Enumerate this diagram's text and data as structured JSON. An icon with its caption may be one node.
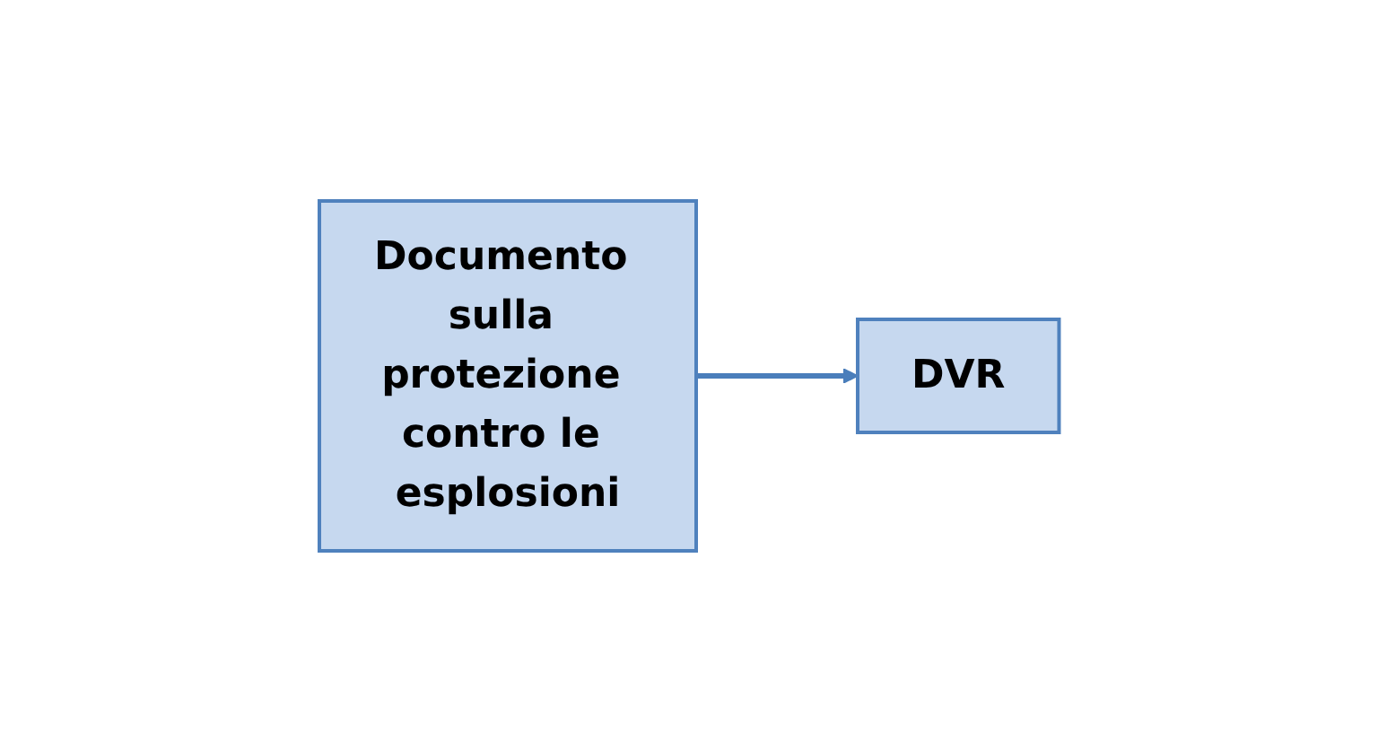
{
  "diagram": {
    "nodes": [
      {
        "text": [
          "Documento sulla protezione contro le esplosioni"
        ]
      },
      {
        "text": [
          "DVR"
        ]
      }
    ],
    "edges": [
      {
        "from": 0,
        "to": 1,
        "arrow": "to"
      }
    ]
  }
}
